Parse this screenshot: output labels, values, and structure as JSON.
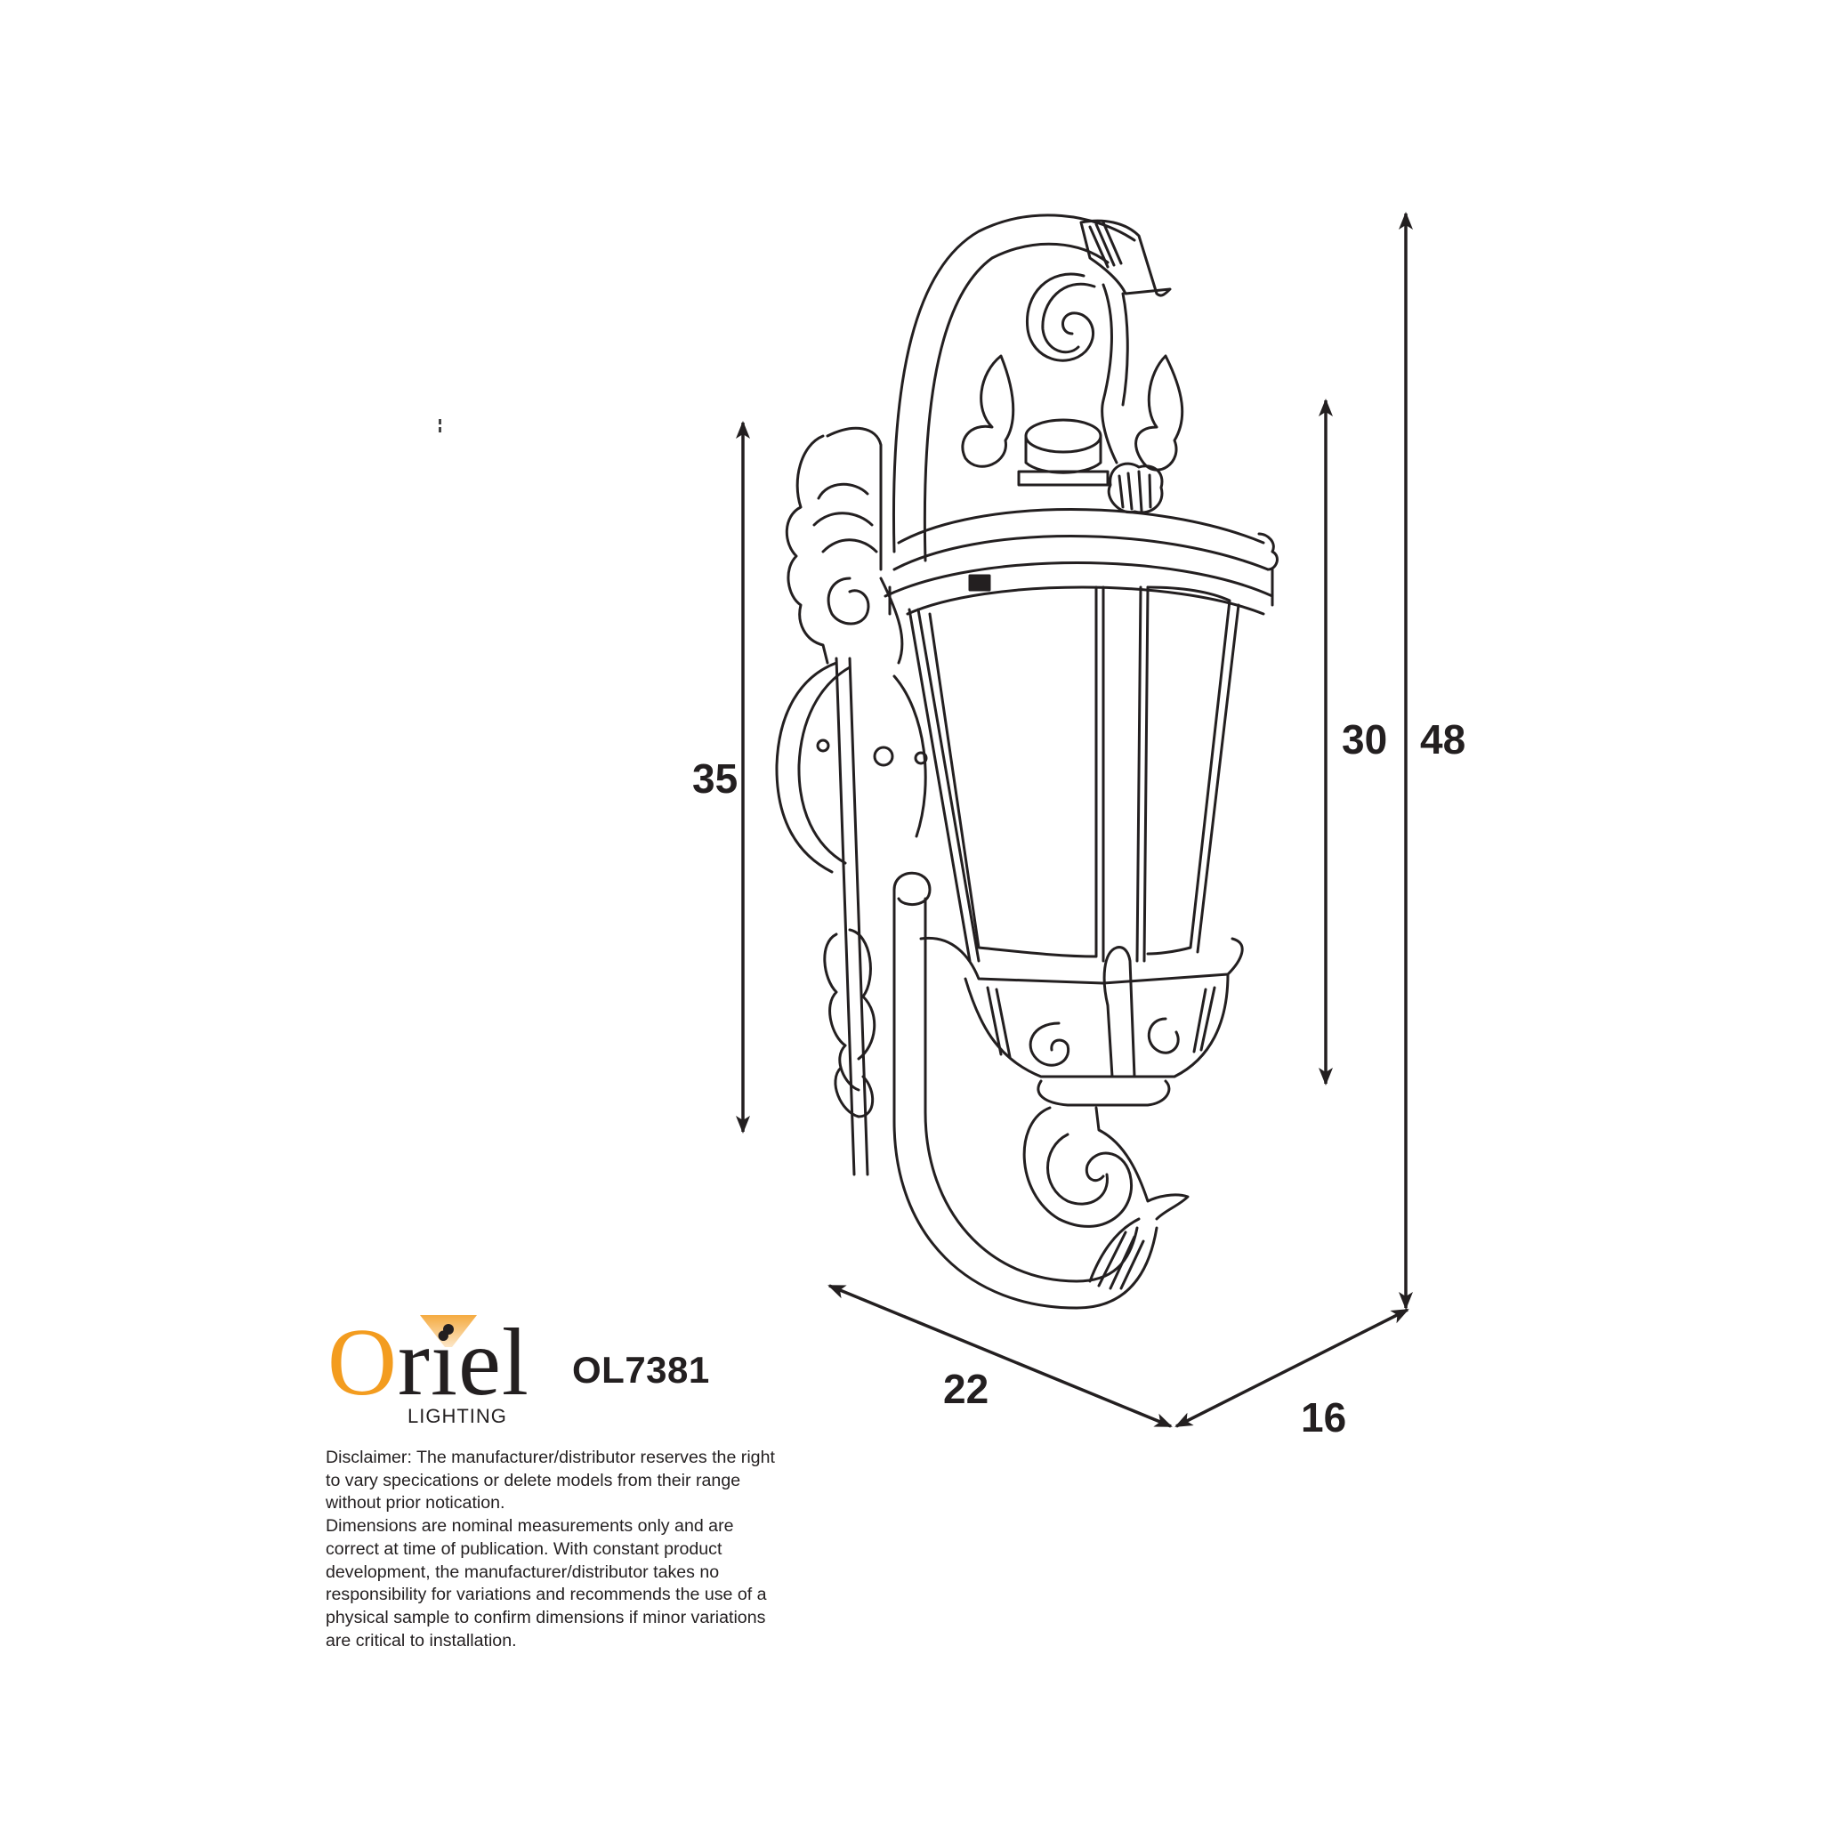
{
  "product": {
    "brand": "Oriel",
    "brand_first_letter": "O",
    "brand_rest": "riel",
    "brand_sub": "LIGHTING",
    "brand_color": "#f39c1f",
    "model_code": "OL7381",
    "illustration": "ornate-wall-lantern-line-drawing"
  },
  "dimensions": {
    "overall_height": {
      "label": "48",
      "orientation": "vertical"
    },
    "lantern_height": {
      "label": "30",
      "orientation": "vertical"
    },
    "backplate_height": {
      "label": "35",
      "orientation": "vertical"
    },
    "width": {
      "label": "22",
      "orientation": "diagonal-left"
    },
    "depth": {
      "label": "16",
      "orientation": "diagonal-right"
    }
  },
  "disclaimer": {
    "paragraph_1": "Disclaimer: The manufacturer/distributor reserves the right to vary specications or delete models from their range without prior notication.",
    "paragraph_2": "Dimensions are nominal measurements only and are correct at time of publication. With constant product development, the manufacturer/distributor takes no responsibility for variations and recommends the use of a physical sample to confirm dimensions if minor variations are critical to installation."
  },
  "colors": {
    "line": "#231f20",
    "background": "#ffffff",
    "accent": "#f39c1f"
  }
}
